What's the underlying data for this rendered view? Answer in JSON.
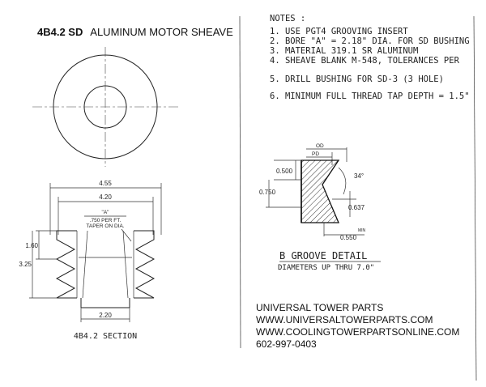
{
  "title": {
    "part_number": "4B4.2 SD",
    "description": "ALUMINUM MOTOR SHEAVE"
  },
  "notes": {
    "header": "NOTES :",
    "items": [
      "1.  USE PGT4 GROOVING INSERT",
      "2.  BORE \"A\" = 2.18\" DIA. FOR SD BUSHING",
      "3.  MATERIAL 319.1 SR ALUMINUM",
      "4.  SHEAVE BLANK M-548, TOLERANCES PER",
      "5.  DRILL BUSHING FOR SD-3 (3 HOLE)",
      "6.  MINIMUM FULL THREAD TAP DEPTH = 1.5\""
    ]
  },
  "section": {
    "caption": "4B4.2  SECTION",
    "dim_outer": "4.55",
    "dim_pitch": "4.20",
    "bore_label": "\"A\"",
    "taper_line1": ".750 PER FT.",
    "taper_line2": "TAPER ON DIA.",
    "dim_groove_height": "1.60",
    "dim_overall_height": "3.25",
    "dim_hub": "2.20"
  },
  "groove": {
    "title": "B GROOVE DETAIL",
    "subtitle": "DIAMETERS UP THRU 7.0\"",
    "od_label": "OD",
    "pd_label": "PD",
    "dim_top": "0.500",
    "dim_depth": "0.750",
    "dim_angle": "34°",
    "dim_width": "0.637",
    "dim_min": "0.550",
    "min_label": "MIN"
  },
  "contact": {
    "company": "UNIVERSAL TOWER PARTS",
    "website1": "WWW.UNIVERSALTOWERPARTS.COM",
    "website2": "WWW.COOLINGTOWERPARTSONLINE.COM",
    "phone": "602-997-0403"
  }
}
